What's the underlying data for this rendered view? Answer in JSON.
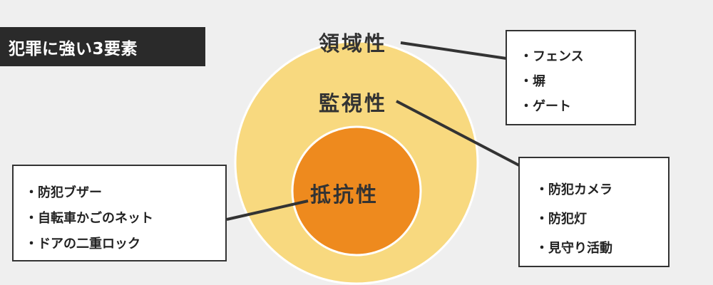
{
  "title": "犯罪に強い3要素",
  "colors": {
    "background": "#efefef",
    "outer_circle": "#f8d97f",
    "inner_circle": "#ee8a1e",
    "line": "#333333",
    "title_bg": "#2a2a2a"
  },
  "layers": {
    "territory": {
      "label": "領域性",
      "items": [
        "・フェンス",
        "・塀",
        "・ゲート"
      ]
    },
    "surveillance": {
      "label": "監視性",
      "items": [
        "・防犯カメラ",
        "・防犯灯",
        "・見守り活動"
      ]
    },
    "resistance": {
      "label": "抵抗性",
      "items": [
        "・防犯ブザー",
        "・自転車かごのネット",
        "・ドアの二重ロック"
      ]
    }
  }
}
